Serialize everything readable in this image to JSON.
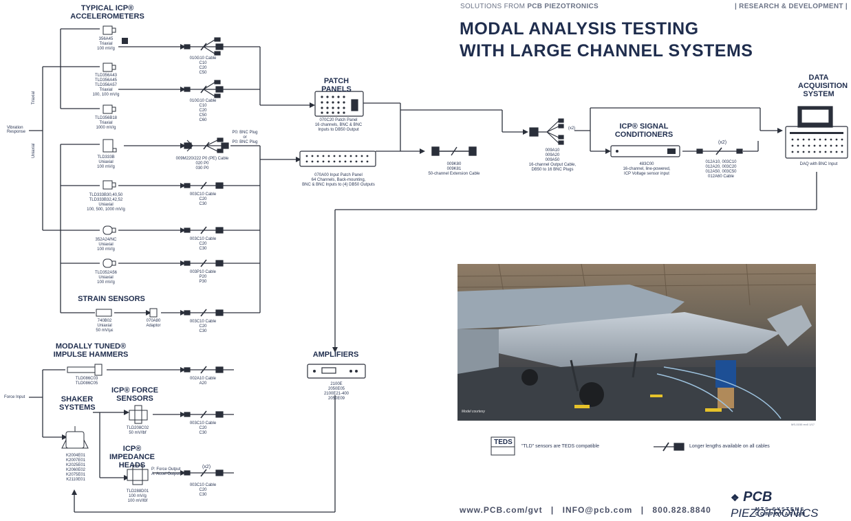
{
  "header": {
    "solutions_from": "SOLUTIONS FROM",
    "brand": "PCB PIEZOTRONICS",
    "division": "| RESEARCH & DEVELOPMENT |",
    "title_line1": "MODAL ANALYSIS TESTING",
    "title_line2": "WITH LARGE CHANNEL SYSTEMS"
  },
  "sections": {
    "accelerometers": "TYPICAL ICP® ACCELEROMETERS",
    "strain": "STRAIN SENSORS",
    "hammers": "MODALLY TUNED® IMPULSE HAMMERS",
    "shaker": "SHAKER SYSTEMS",
    "force": "ICP® FORCE SENSORS",
    "impedance": "ICP® IMPEDANCE HEADS",
    "patch": "PATCH PANELS",
    "conditioners": "ICP® SIGNAL CONDITIONERS",
    "daq": "DATA ACQUISITION SYSTEM",
    "amplifiers": "AMPLIFIERS"
  },
  "side_labels": {
    "vibration": "Vibration Response",
    "triaxial": "Triaxial",
    "uniaxial": "Uniaxial",
    "force_input": "Force Input"
  },
  "sensors": [
    {
      "text": "356A45\nTriaxial\n100 mV/g"
    },
    {
      "text": "TLD356A43\nTLD356A45\nTLD356A57\nTriaxial\n100, 100 mV/g"
    },
    {
      "text": "TLD356B18\nTriaxial\n1000 mV/g"
    },
    {
      "text": "TLD333B\nUniaxial\n100 mV/g"
    },
    {
      "text": "TLD333B30,40,50\nTLD333B32,42,52\nUniaxial\n100, 500, 1000 mV/g"
    },
    {
      "text": "352A24/NC\nUniaxial\n100 mV/g"
    },
    {
      "text": "TLD352A56\nUniaxial\n100 mV/g"
    },
    {
      "text": "740B02\nUniaxial\n50 mV/µε"
    },
    {
      "text": "TLD086C03\nTLD086C05"
    },
    {
      "text": "TLD208C02\n50 mV/lbf"
    },
    {
      "text": "TLD288D01\n100 mV/g\n100 mV/lbf"
    },
    {
      "text": "K2004E01\nK2007E01\nK2025E01\nK2060E02\nK2075E01\nK2110E01"
    }
  ],
  "adaptor": "070A80\nAdaptor",
  "cables": [
    {
      "text": "010G10 Cable\nC10\nC20\nC50"
    },
    {
      "text": "010G10 Cable\nC10\nC20\nC50\nC60"
    },
    {
      "text": "009M220/222 P0 (PE) Cable\n020 P0\n030 P0"
    },
    {
      "text": "003C10 Cable\nC20\nC30"
    },
    {
      "text": "003C10 Cable\nC20\nC30"
    },
    {
      "text": "003P10 Cable\nP20\nP30"
    },
    {
      "text": "003C10 Cable\nC20\nC30"
    },
    {
      "text": "002A10 Cable\nA20"
    },
    {
      "text": "003C10 Cable\nC20\nC30"
    },
    {
      "text": "003C10 Cable\nC20\nC30"
    }
  ],
  "plug_note": "P0: BNC Plug\nor\nP0: BNC Plug",
  "patch_panel_1": "070C20 Patch Panel\n16 channels, BNC & BNC\nInputs to DB50 Output",
  "patch_panel_2": "070A00 Input Patch Panel\n64 Channels, Back-mounting,\nBNC & BNC Inputs to (4) DB50 Outputs",
  "extension_cable": "009K80\n009K81\n50-channel Extension Cable",
  "output_cable": "009A10\n009A20\n009A50\n16-channel Output Cable,\nDB50 to 16 BNC Plugs",
  "x2_left": "(x2)",
  "x2_right": "(x2)",
  "x2_imp": "(x2)",
  "conditioner": "483C00\n16-channel, line-powered,\nICP Voltage sensor input",
  "conditioner_cables": "012A10, 003C10\n012A20, 003C20\n012A50, 003C50\n012A60 Cable",
  "daq_note": "DAQ with BNC Input",
  "amplifier": "2100E\n2050E05\n2100E21-400\n2050E09",
  "impedance_note": "P: Force Output\nA: Accel Output",
  "photo_caption": "Model courtesy",
  "tests": "\"TLD\" sensors are TEDS compatible",
  "tests_logo": "TEDS",
  "lengths_note": "Longer lengths available on all cables",
  "footer": {
    "url": "www.PCB.com/gvt",
    "sep": "|",
    "email": "INFO@pcb.com",
    "phone": "800.828.8840",
    "logo_main": "PCB",
    "logo_sub": "PIEZOTRONICS",
    "logo_tag": "MTS SYSTEMS CORPORATION",
    "doc_id": "MS-0150 rev0 1/17"
  },
  "colors": {
    "navy": "#1f2d4d",
    "line": "#2a2f3a"
  }
}
